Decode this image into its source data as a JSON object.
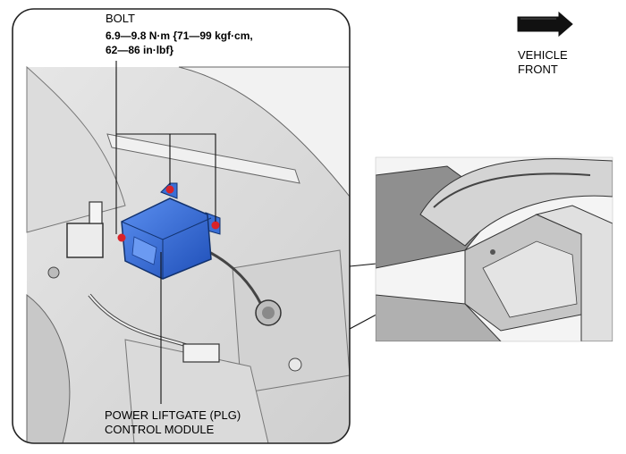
{
  "bolt": {
    "title": "BOLT",
    "spec_line1": "6.9—9.8 N·m {71—99 kgf·cm,",
    "spec_line2": "62—86 in·lbf}"
  },
  "module": {
    "line1": "POWER LIFTGATE (PLG)",
    "line2": "CONTROL MODULE"
  },
  "direction": {
    "line1": "VEHICLE",
    "line2": "FRONT",
    "icon": "arrow-right-icon"
  },
  "colors": {
    "module": "#3a6fd6",
    "bolt_marker": "#d8232a"
  }
}
